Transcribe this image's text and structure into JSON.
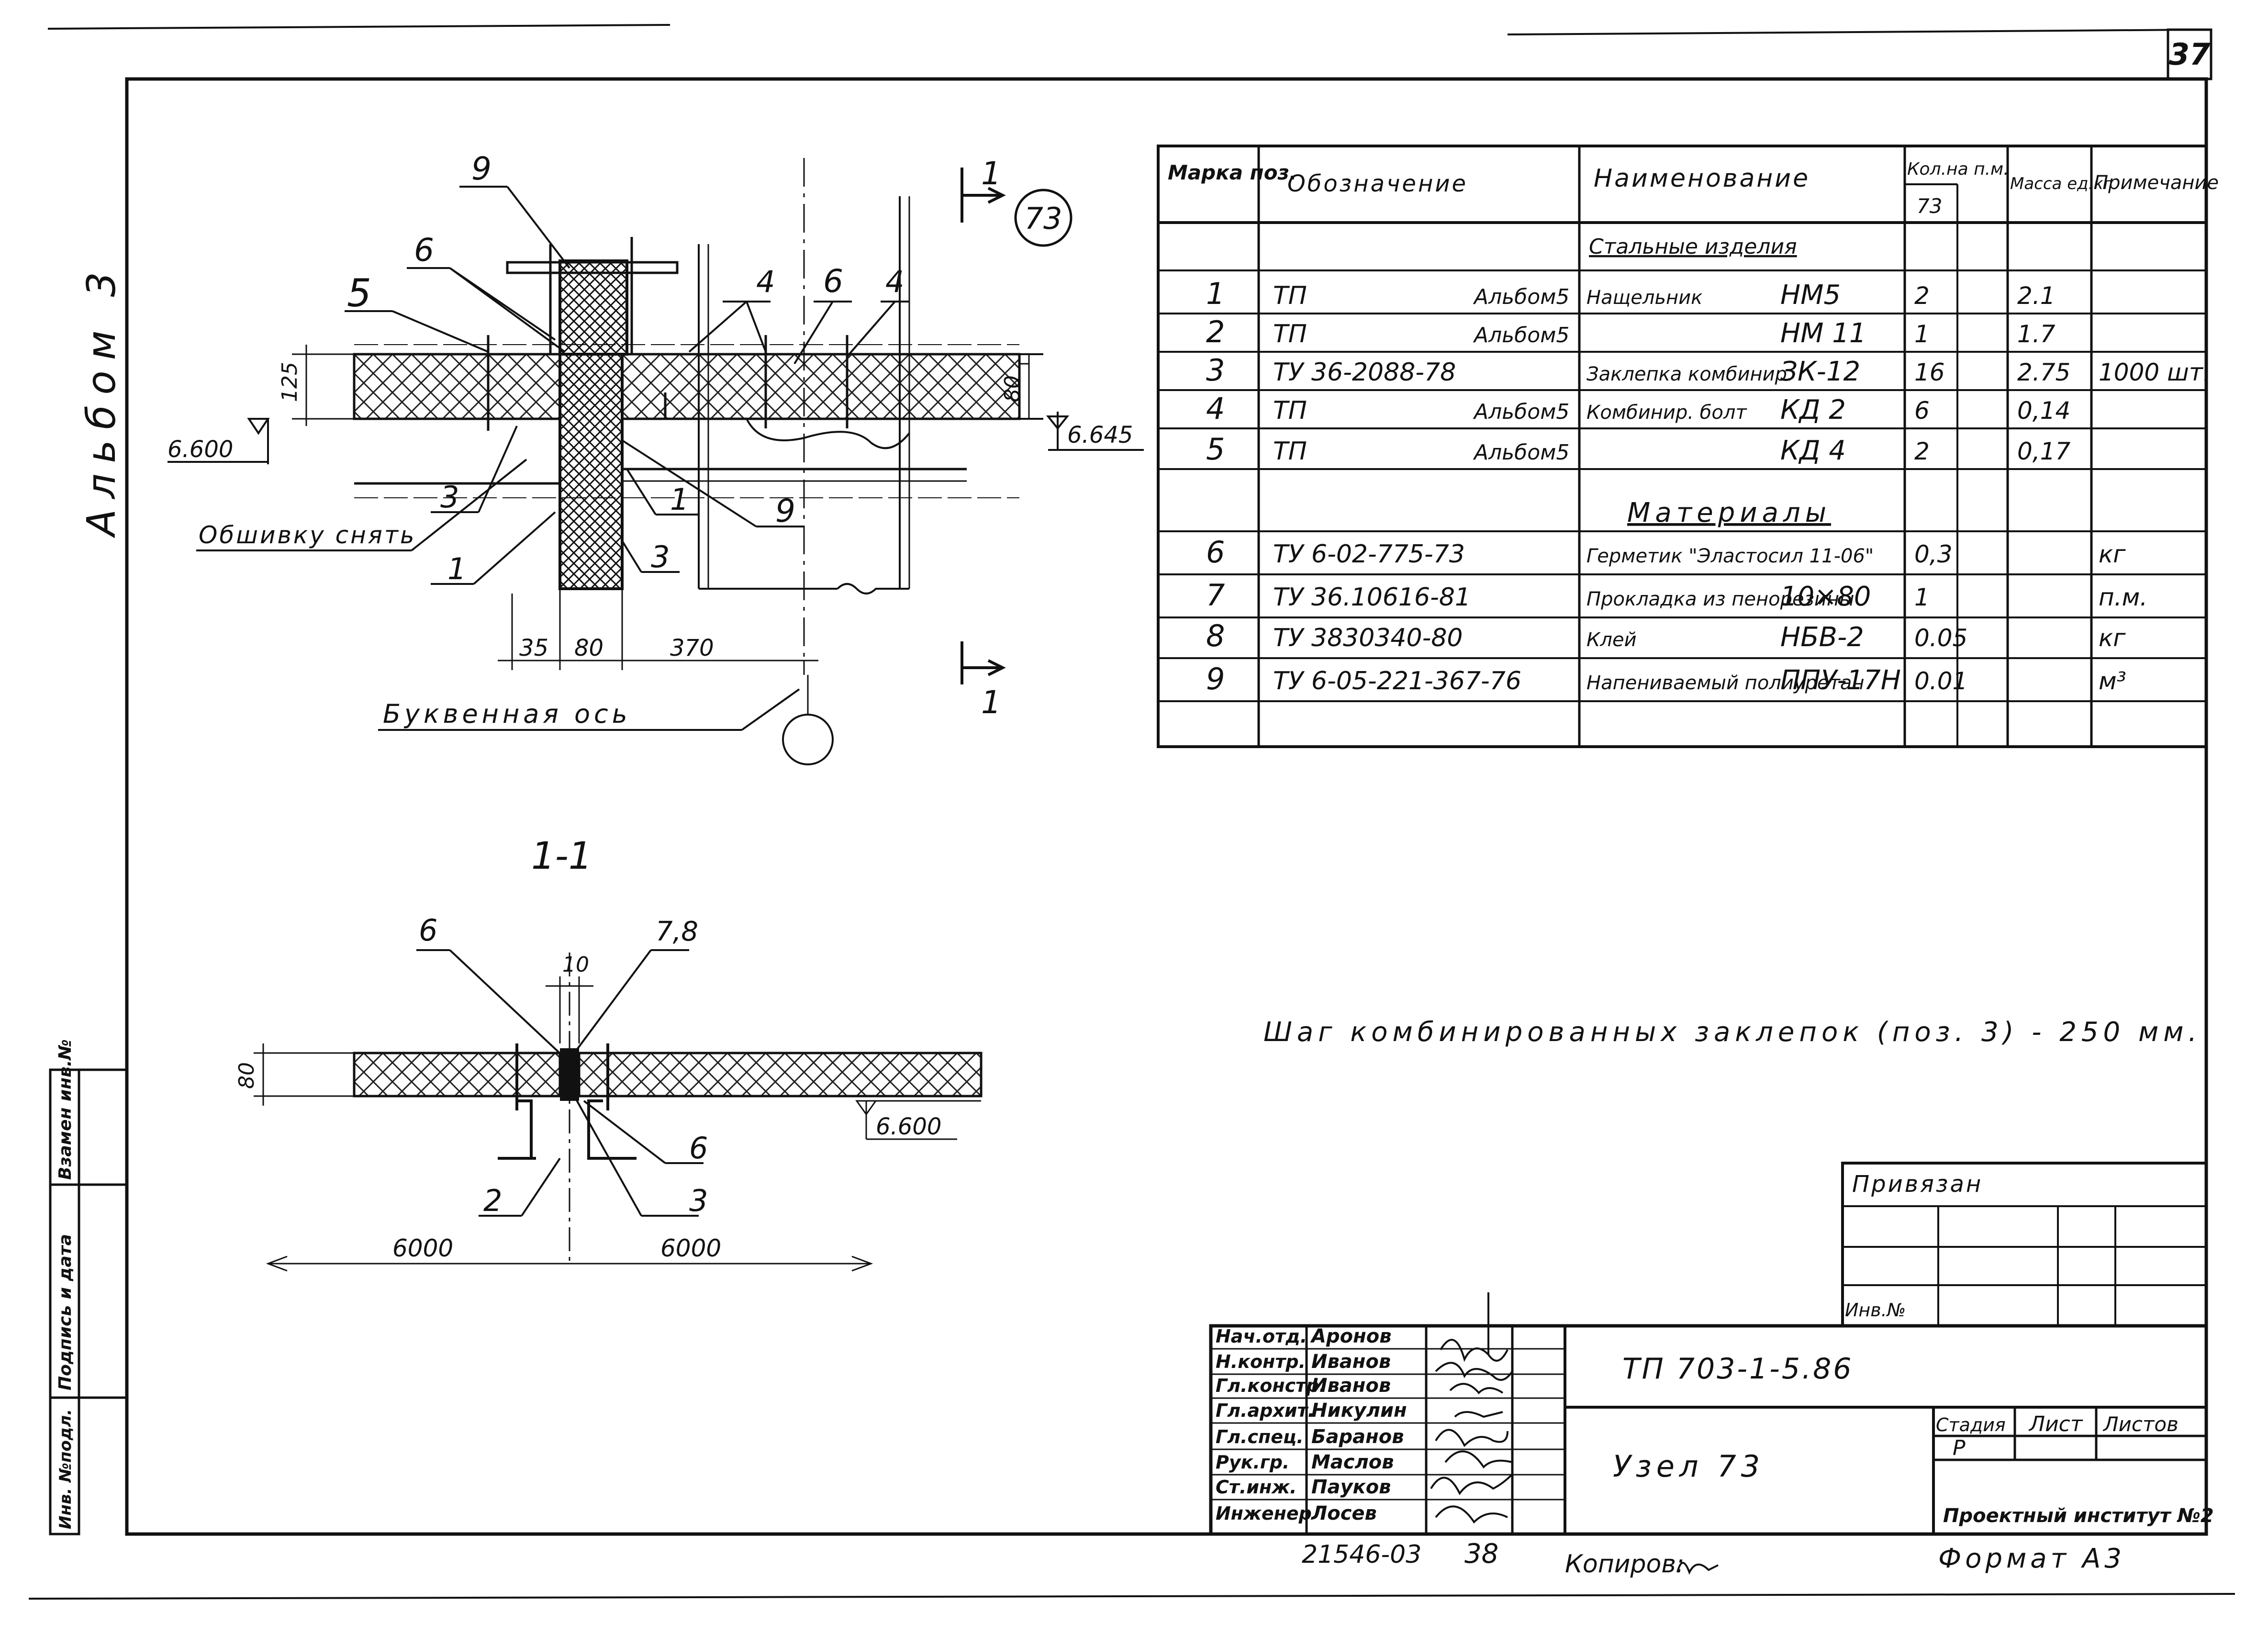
{
  "sheet": {
    "number": "37",
    "album_label": "Альбом 3",
    "title_note": "Шаг комбинированных заклепок (поз. 3) - 250 мм."
  },
  "left_stamp": [
    "Инв. №подл.",
    "Подпись и дата",
    "Взамен инв.№"
  ],
  "drawing_main": {
    "node_number": "73",
    "section_mark": "1",
    "leaders": [
      "9",
      "6",
      "5",
      "4",
      "6",
      "4",
      "3",
      "1",
      "9",
      "3",
      "1"
    ],
    "dims": {
      "d125": "125",
      "d80": "80",
      "d35": "35",
      "d80b": "80",
      "d370": "370"
    },
    "levels": {
      "left": "6.600",
      "right": "6.645"
    },
    "note_remove": "Обшивку снять",
    "axis_label": "Буквенная ось"
  },
  "section_1_1": {
    "title": "1-1",
    "leaders": [
      "6",
      "7,8",
      "6",
      "2",
      "3"
    ],
    "dims": {
      "d10": "10",
      "d80": "80",
      "left": "6000",
      "right": "6000"
    },
    "level": "6.600"
  },
  "spec_table": {
    "headers": {
      "mark": "Марка поз.",
      "designation": "Обозначение",
      "name": "Наименование",
      "qty": "Кол.на п.м.",
      "qty_sub": "73",
      "mass": "Масса ед.кг",
      "note": "Примечание"
    },
    "group_steel": "Стальные изделия",
    "group_materials": "Материалы",
    "rows": [
      {
        "pos": "1",
        "des_a": "ТП",
        "des_b": "Альбом5",
        "name": "Нащельник",
        "code": "НМ5",
        "qty": "2",
        "mass": "2.1",
        "note": ""
      },
      {
        "pos": "2",
        "des_a": "ТП",
        "des_b": "Альбом5",
        "name": "",
        "code": "НМ 11",
        "qty": "1",
        "mass": "1.7",
        "note": ""
      },
      {
        "pos": "3",
        "des_a": "ТУ 36-2088-78",
        "des_b": "",
        "name": "Заклепка комбинир.",
        "code": "ЗК-12",
        "qty": "16",
        "mass": "2.75",
        "note": "1000 шт."
      },
      {
        "pos": "4",
        "des_a": "ТП",
        "des_b": "Альбом5",
        "name": "Комбинир. болт",
        "code": "КД 2",
        "qty": "6",
        "mass": "0,14",
        "note": ""
      },
      {
        "pos": "5",
        "des_a": "ТП",
        "des_b": "Альбом5",
        "name": "",
        "code": "КД 4",
        "qty": "2",
        "mass": "0,17",
        "note": ""
      },
      {
        "pos": "6",
        "des_a": "ТУ 6-02-775-73",
        "des_b": "",
        "name": "Герметик \"Эластосил 11-06\"",
        "code": "",
        "qty": "0,3",
        "mass": "",
        "note": "кг"
      },
      {
        "pos": "7",
        "des_a": "ТУ 36.10616-81",
        "des_b": "",
        "name": "Прокладка из пенорезины",
        "code": "10×80",
        "qty": "1",
        "mass": "",
        "note": "п.м."
      },
      {
        "pos": "8",
        "des_a": "ТУ 3830340-80",
        "des_b": "",
        "name": "Клей",
        "code": "НБВ-2",
        "qty": "0.05",
        "mass": "",
        "note": "кг"
      },
      {
        "pos": "9",
        "des_a": "ТУ 6-05-221-367-76",
        "des_b": "",
        "name": "Напениваемый полиуретан",
        "code": "ППУ-17Н",
        "qty": "0.01",
        "mass": "",
        "note": "м³"
      }
    ]
  },
  "title_block": {
    "linked": "Привязан",
    "inv_no": "Инв.№",
    "people": [
      {
        "role": "Нач.отд.",
        "name": "Аронов"
      },
      {
        "role": "Н.контр.",
        "name": "Иванов"
      },
      {
        "role": "Гл.констр.",
        "name": "Иванов"
      },
      {
        "role": "Гл.архит.",
        "name": "Никулин"
      },
      {
        "role": "Гл.спец.",
        "name": "Баранов"
      },
      {
        "role": "Рук.гр.",
        "name": "Маслов"
      },
      {
        "role": "Ст.инж.",
        "name": "Пауков"
      },
      {
        "role": "Инженер",
        "name": "Лосев"
      }
    ],
    "doc_code": "ТП 703-1-5.86",
    "sheet_title": "Узел 73",
    "stage_label": "Стадия",
    "sheet_label": "Лист",
    "sheets_label": "Листов",
    "stage_value": "Р",
    "organization": "Проектный институт №2"
  },
  "footer": {
    "archive_no": "21546-03",
    "page_no": "38",
    "copied": "Копиров:",
    "format": "Формат А3"
  }
}
